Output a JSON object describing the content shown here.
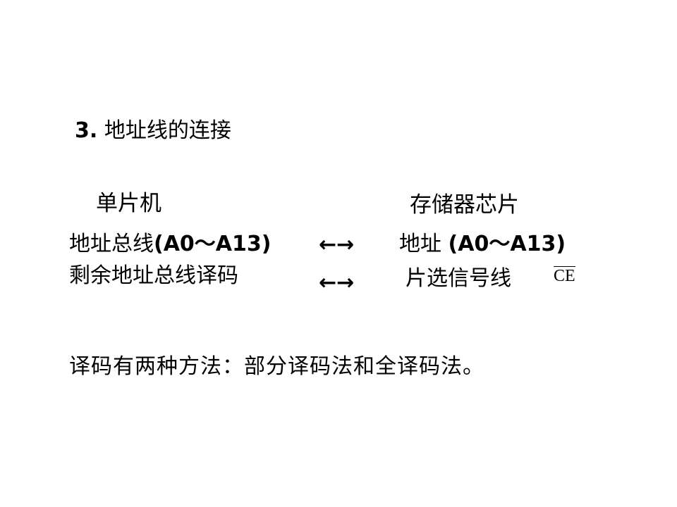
{
  "slide": {
    "heading": {
      "number": "3.",
      "text": " 地址线的连接"
    },
    "columns": {
      "mcu": "单片机",
      "memory": "存储器芯片"
    },
    "rows": [
      {
        "left_cn": "地址总线",
        "left_latin": "(A0～A13)",
        "arrow": "←→",
        "right_cn": "地址 ",
        "right_latin": "(A0～A13)"
      },
      {
        "left_cn": "剩余地址总线译码",
        "arrow": "←→",
        "right_cn": "片选信号线",
        "signal": "CE"
      }
    ],
    "note": "译码有两种方法：部分译码法和全译码法。"
  }
}
